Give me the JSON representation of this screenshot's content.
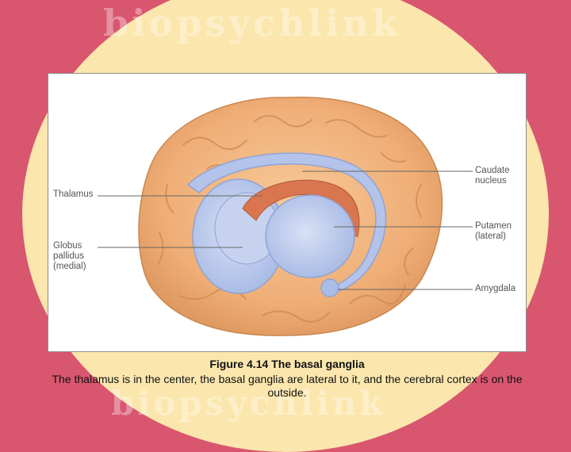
{
  "watermark": {
    "text": "biopsychlink"
  },
  "labels": {
    "thalamus": "Thalamus",
    "globus": "Globus\npallidus\n(medial)",
    "caudate": "Caudate\nnucleus",
    "putamen": "Putamen\n(lateral)",
    "amygdala": "Amygdala"
  },
  "caption": {
    "title": "Figure 4.14  The basal ganglia",
    "body": "The thalamus is in the center, the basal ganglia are lateral to it, and the cerebral cortex is on the outside."
  },
  "colors": {
    "background": "#d9566f",
    "oval": "#fbe6ad",
    "cortex": "#f2b682",
    "ganglia": "#b9c8ea",
    "caudate": "#d9754f"
  }
}
